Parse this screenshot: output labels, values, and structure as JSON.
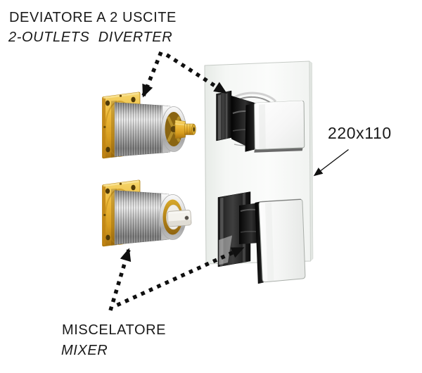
{
  "diagram": {
    "labels": {
      "diverter_it": "DEVIATORE A 2 USCITE",
      "diverter_en": "2-OUTLETS  DIVERTER",
      "plate_dimension": "220x110",
      "mixer_it": "MISCELATORE",
      "mixer_en": "MIXER"
    },
    "colors": {
      "background": "#ffffff",
      "text": "#1a1a1a",
      "arrow": "#101010",
      "brass": "#edb93a",
      "brass-dark": "#8f6410",
      "steel": "#b2b2b2",
      "chrome-dark": "#141414",
      "plate-face": "#f1f3f1"
    }
  }
}
